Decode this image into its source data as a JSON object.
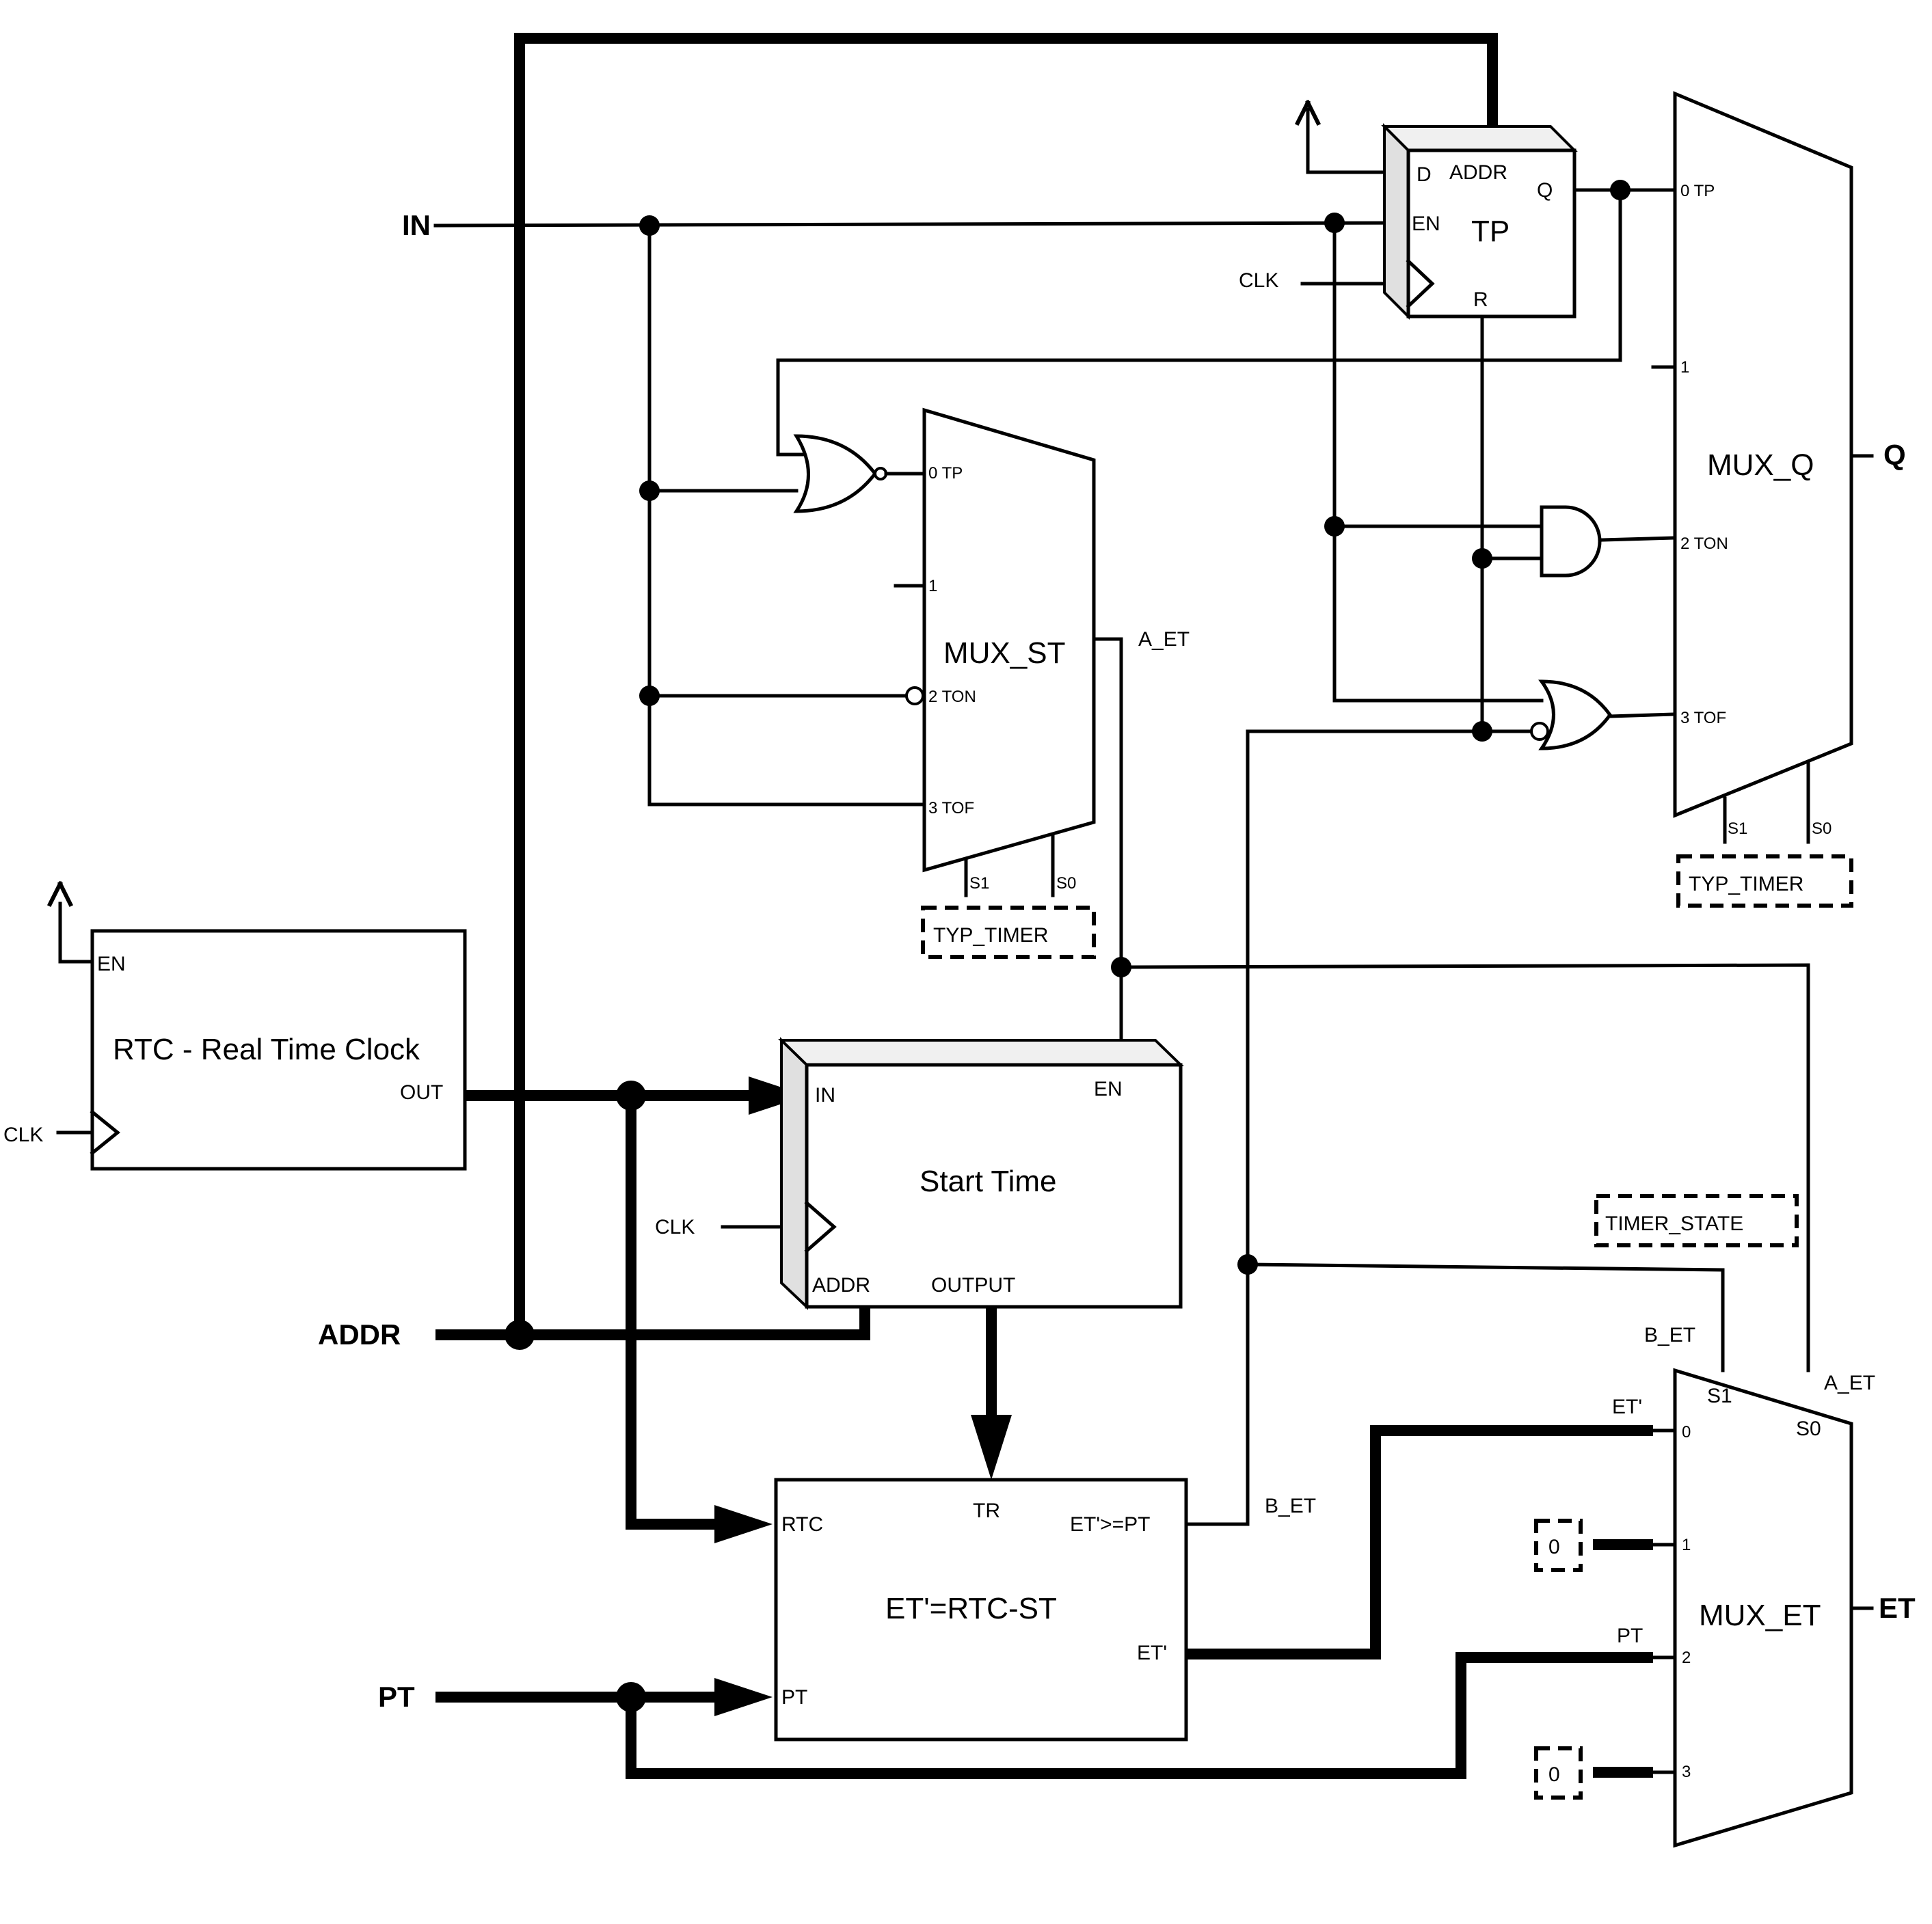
{
  "inputs": {
    "in": "IN",
    "addr": "ADDR",
    "pt": "PT"
  },
  "outputs": {
    "q": "Q",
    "et": "ET"
  },
  "rtc": {
    "title": "RTC - Real Time Clock",
    "en": "EN",
    "out": "OUT",
    "clk": "CLK"
  },
  "tp_block": {
    "title": "TP",
    "d": "D",
    "addr": "ADDR",
    "q": "Q",
    "en": "EN",
    "r": "R",
    "clk": "CLK"
  },
  "mux_st": {
    "title": "MUX_ST",
    "ports": [
      "0 TP",
      "1",
      "2 TON",
      "3 TOF"
    ],
    "s1": "S1",
    "s0": "S0",
    "out": "A_ET",
    "select": "TYP_TIMER"
  },
  "mux_q": {
    "title": "MUX_Q",
    "ports": [
      "0 TP",
      "1",
      "2 TON",
      "3 TOF"
    ],
    "s1": "S1",
    "s0": "S0",
    "select": "TYP_TIMER"
  },
  "start_time": {
    "title": "Start Time",
    "in": "IN",
    "en": "EN",
    "clk": "CLK",
    "addr": "ADDR",
    "output": "OUTPUT"
  },
  "et_calc": {
    "title": "ET'=RTC-ST",
    "rtc": "RTC",
    "tr": "TR",
    "cmp": "ET'>=PT",
    "et": "ET'",
    "pt": "PT",
    "b_et": "B_ET"
  },
  "mux_et": {
    "title": "MUX_ET",
    "ports": [
      "0",
      "1",
      "2",
      "3"
    ],
    "s1": "S1",
    "s0": "S0",
    "in0": "ET'",
    "in2": "PT",
    "const": "0",
    "b_et": "B_ET",
    "a_et": "A_ET",
    "state": "TIMER_STATE"
  }
}
